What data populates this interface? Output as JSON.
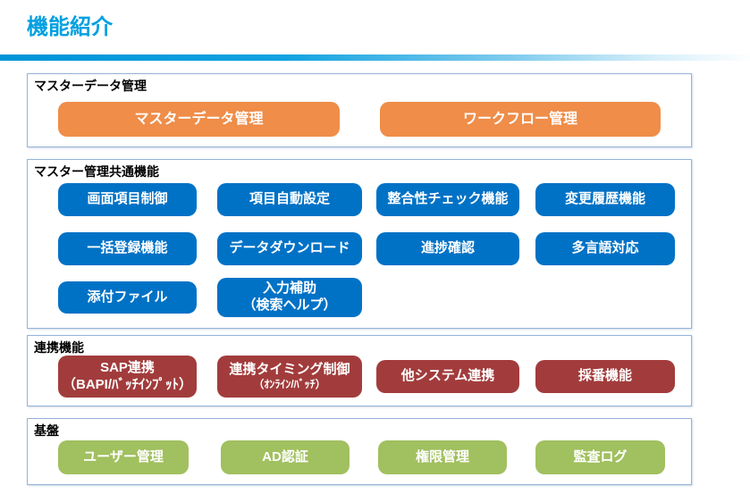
{
  "page": {
    "title": "機能紹介"
  },
  "sections": [
    {
      "label": "マスターデータ管理",
      "buttons": [
        {
          "label": "マスターデータ管理"
        },
        {
          "label": "ワークフロー管理"
        }
      ]
    },
    {
      "label": "マスター管理共通機能",
      "buttons": [
        {
          "label": "画面項目制御"
        },
        {
          "label": "項目自動設定"
        },
        {
          "label": "整合性チェック機能"
        },
        {
          "label": "変更履歴機能"
        },
        {
          "label": "一括登録機能"
        },
        {
          "label": "データダウンロード"
        },
        {
          "label": "進捗確認"
        },
        {
          "label": "多言語対応"
        },
        {
          "label": "添付ファイル"
        },
        {
          "label": "入力補助",
          "sublabel": "（検索ヘルプ）"
        }
      ]
    },
    {
      "label": "連携機能",
      "buttons": [
        {
          "label": "SAP連携",
          "sublabel": "（BAPI/ﾊﾞｯﾁｲﾝﾌﾟｯﾄ）"
        },
        {
          "label": "連携タイミング制御",
          "sublabel": "（ｵﾝﾗｲﾝ/ﾊﾞｯﾁ）"
        },
        {
          "label": "他システム連携"
        },
        {
          "label": "採番機能"
        }
      ]
    },
    {
      "label": "基盤",
      "buttons": [
        {
          "label": "ユーザー管理"
        },
        {
          "label": "AD認証"
        },
        {
          "label": "権限管理"
        },
        {
          "label": "監査ログ"
        }
      ]
    }
  ],
  "colors": {
    "title": "#00A0E0",
    "accent_bar": "#0094D8",
    "section_border": "#95B3D7",
    "master_data_blocks": "#EF8D49",
    "common_function_blocks": "#0072C6",
    "integration_blocks": "#A23C3C",
    "platform_blocks": "#A1C05F"
  }
}
